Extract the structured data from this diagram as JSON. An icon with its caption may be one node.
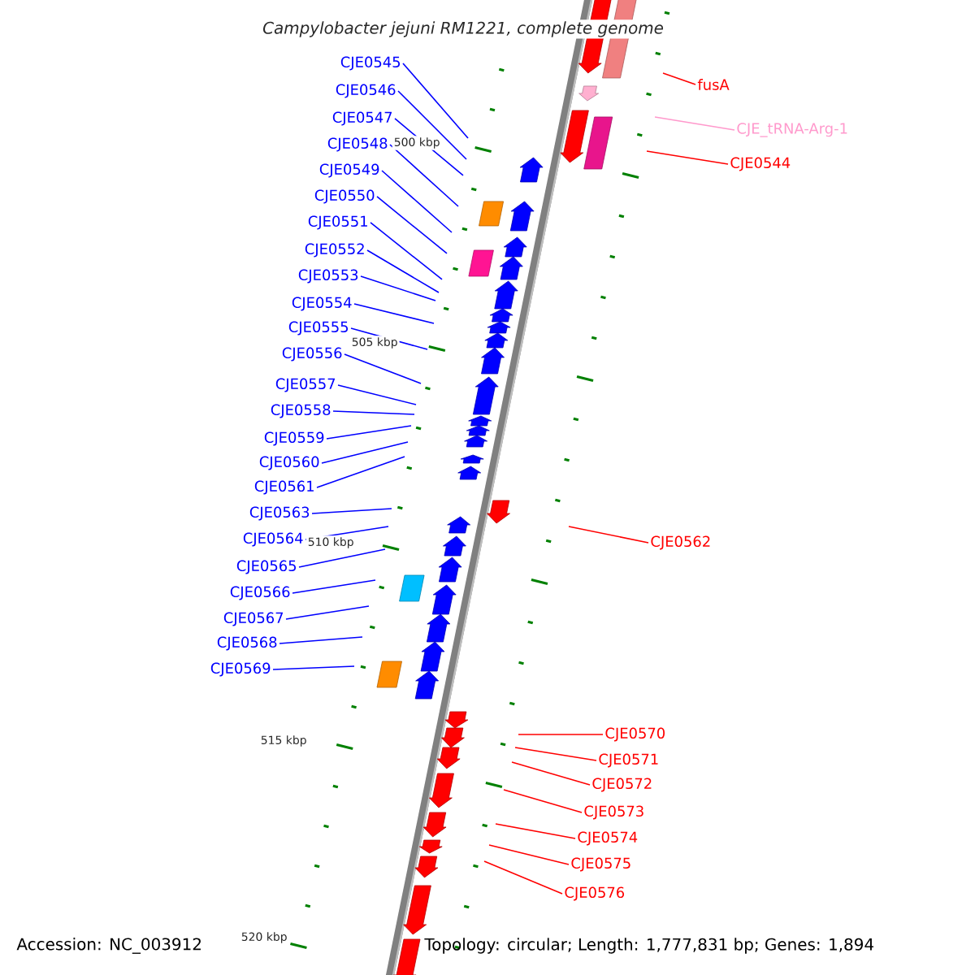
{
  "diagram": {
    "title": "Campylobacter jejuni RM1221, complete genome",
    "nodes": [
      {
        "text": [
          "CJE0545"
        ]
      },
      {
        "text": [
          "CJE0546"
        ]
      },
      {
        "text": [
          "CJE0547"
        ]
      },
      {
        "text": [
          "CJE0548"
        ]
      },
      {
        "text": [
          "CJE0549"
        ]
      },
      {
        "text": [
          "CJE0550"
        ]
      },
      {
        "text": [
          "CJE0551"
        ]
      },
      {
        "text": [
          "CJE0552"
        ]
      },
      {
        "text": [
          "CJE0553"
        ]
      },
      {
        "text": [
          "CJE0554"
        ]
      },
      {
        "text": [
          "CJE0555"
        ]
      },
      {
        "text": [
          "CJE0556"
        ]
      },
      {
        "text": [
          "CJE0557"
        ]
      },
      {
        "text": [
          "CJE0558"
        ]
      },
      {
        "text": [
          "CJE0559"
        ]
      },
      {
        "text": [
          "CJE0560"
        ]
      },
      {
        "text": [
          "CJE0561"
        ]
      },
      {
        "text": [
          "CJE0563"
        ]
      },
      {
        "text": [
          "CJE0564"
        ]
      },
      {
        "text": [
          "CJE0565"
        ]
      },
      {
        "text": [
          "CJE0566"
        ]
      },
      {
        "text": [
          "CJE0567"
        ]
      },
      {
        "text": [
          "CJE0568"
        ]
      },
      {
        "text": [
          "CJE0569"
        ]
      },
      {
        "text": [
          "fusA"
        ]
      },
      {
        "text": [
          "CJE_tRNA-Arg-1"
        ]
      },
      {
        "text": [
          "CJE0544"
        ]
      },
      {
        "text": [
          "CJE0562"
        ]
      },
      {
        "text": [
          "CJE0570"
        ]
      },
      {
        "text": [
          "CJE0571"
        ]
      },
      {
        "text": [
          "CJE0572"
        ]
      },
      {
        "text": [
          "CJE0573"
        ]
      },
      {
        "text": [
          "CJE0574"
        ]
      },
      {
        "text": [
          "CJE0575"
        ]
      },
      {
        "text": [
          "CJE0576"
        ]
      }
    ],
    "edges": [
      {
        "from": 0,
        "to": null,
        "arrow": "none"
      },
      {
        "from": 1,
        "to": null,
        "arrow": "none"
      },
      {
        "from": 2,
        "to": null,
        "arrow": "none"
      },
      {
        "from": 3,
        "to": null,
        "arrow": "none"
      },
      {
        "from": 4,
        "to": null,
        "arrow": "none"
      },
      {
        "from": 5,
        "to": null,
        "arrow": "none"
      },
      {
        "from": 6,
        "to": null,
        "arrow": "none"
      },
      {
        "from": 7,
        "to": null,
        "arrow": "none"
      },
      {
        "from": 8,
        "to": null,
        "arrow": "none"
      },
      {
        "from": 9,
        "to": null,
        "arrow": "none"
      },
      {
        "from": 10,
        "to": null,
        "arrow": "none"
      },
      {
        "from": 11,
        "to": null,
        "arrow": "none"
      },
      {
        "from": 12,
        "to": null,
        "arrow": "none"
      },
      {
        "from": 13,
        "to": null,
        "arrow": "none"
      },
      {
        "from": 14,
        "to": null,
        "arrow": "none"
      },
      {
        "from": 15,
        "to": null,
        "arrow": "none"
      },
      {
        "from": 16,
        "to": null,
        "arrow": "none"
      },
      {
        "from": 17,
        "to": null,
        "arrow": "none"
      },
      {
        "from": 18,
        "to": null,
        "arrow": "none"
      },
      {
        "from": 19,
        "to": null,
        "arrow": "none"
      },
      {
        "from": 20,
        "to": null,
        "arrow": "none"
      },
      {
        "from": 21,
        "to": null,
        "arrow": "none"
      },
      {
        "from": 22,
        "to": null,
        "arrow": "none"
      },
      {
        "from": 23,
        "to": null,
        "arrow": "none"
      },
      {
        "from": 24,
        "to": null,
        "arrow": "none",
        "color": "#ff0000"
      },
      {
        "from": 25,
        "to": null,
        "arrow": "none",
        "color": "#ff99cc"
      },
      {
        "from": 26,
        "to": null,
        "arrow": "none",
        "color": "#ff0000"
      },
      {
        "from": 27,
        "to": null,
        "arrow": "none",
        "color": "#ff0000"
      },
      {
        "from": 28,
        "to": null,
        "arrow": "none",
        "color": "#ff0000"
      },
      {
        "from": 29,
        "to": null,
        "arrow": "none",
        "color": "#ff0000"
      },
      {
        "from": 30,
        "to": null,
        "arrow": "none",
        "color": "#ff0000"
      },
      {
        "from": 31,
        "to": null,
        "arrow": "none",
        "color": "#ff0000"
      },
      {
        "from": 32,
        "to": null,
        "arrow": "none",
        "color": "#ff0000"
      },
      {
        "from": 33,
        "to": null,
        "arrow": "none",
        "color": "#ff0000"
      },
      {
        "from": 34,
        "to": null,
        "arrow": "none",
        "color": "#ff0000"
      }
    ],
    "labels": [
      "500 kbp",
      "505 kbp",
      "510 kbp",
      "515 kbp",
      "520 kbp",
      "Accession: NC_003912",
      "Topology: circular; Length: 1,777,831 bp; Genes: 1,894"
    ]
  }
}
